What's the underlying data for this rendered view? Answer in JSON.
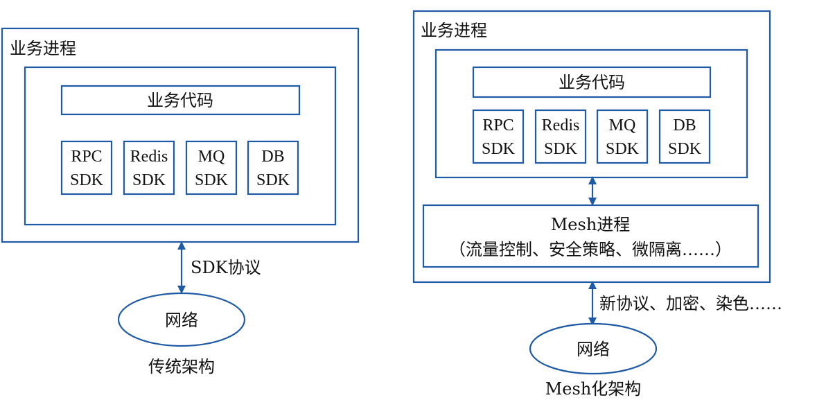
{
  "left": {
    "process_label": "业务进程",
    "biz_code": "业务代码",
    "sdks": [
      {
        "line1": "RPC",
        "line2": "SDK"
      },
      {
        "line1": "Redis",
        "line2": "SDK"
      },
      {
        "line1": "MQ",
        "line2": "SDK"
      },
      {
        "line1": "DB",
        "line2": "SDK"
      }
    ],
    "protocol_label": "SDK协议",
    "network_label": "网络",
    "caption": "传统架构"
  },
  "right": {
    "process_label": "业务进程",
    "biz_code": "业务代码",
    "sdks": [
      {
        "line1": "RPC",
        "line2": "SDK"
      },
      {
        "line1": "Redis",
        "line2": "SDK"
      },
      {
        "line1": "MQ",
        "line2": "SDK"
      },
      {
        "line1": "DB",
        "line2": "SDK"
      }
    ],
    "mesh_title": "Mesh进程",
    "mesh_subtitle": "（流量控制、安全策略、微隔离……）",
    "protocol_label": "新协议、加密、染色……",
    "network_label": "网络",
    "caption": "Mesh化架构"
  },
  "colors": {
    "border": "#1f5aa6",
    "text": "#111111"
  }
}
